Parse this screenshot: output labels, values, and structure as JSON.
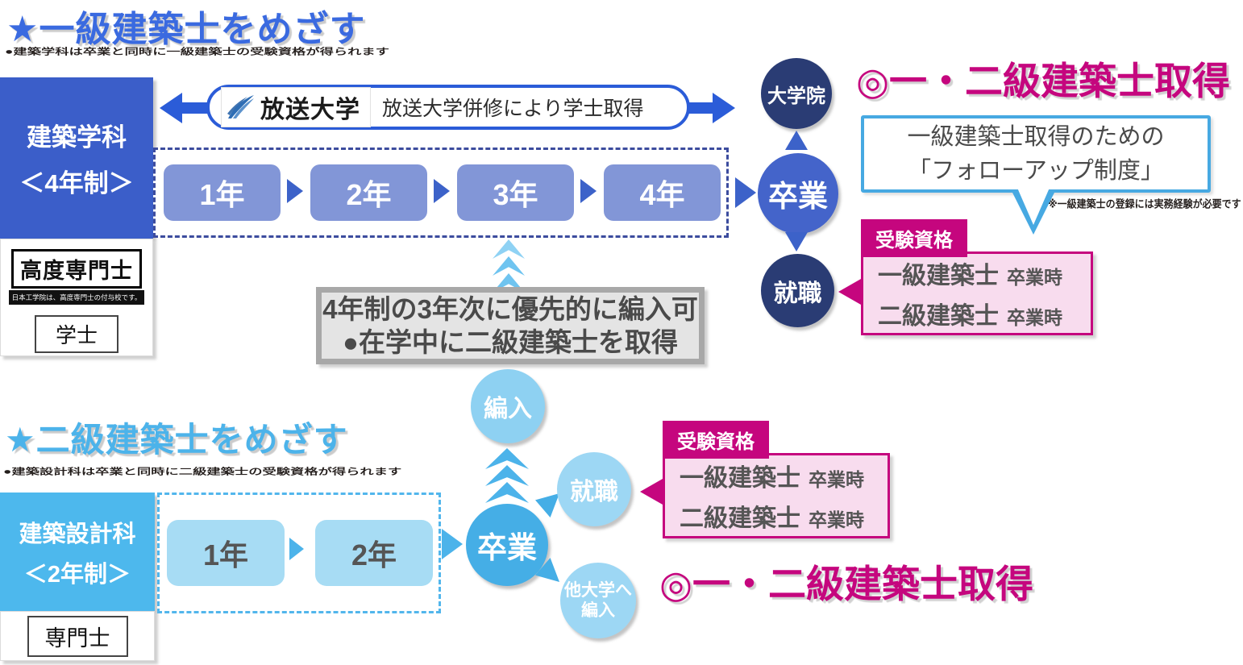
{
  "colors": {
    "first_accent": "#3a6ae0",
    "dept1_bg": "#3b5ec9",
    "year1_bg": "#8296d7",
    "navy_circle": "#2a3c74",
    "grad_circle": "#4464ca",
    "second_accent": "#4cb3ea",
    "second_circle": "#45aee6",
    "sky_circle": "#9dd7f4",
    "magenta": "#c5067e",
    "pink_bg": "#f8dcee",
    "bubble_border": "#47a9e2",
    "gray_box": "#e4e4e4"
  },
  "sections": {
    "first": {
      "title": "★一級建築士をめざす",
      "subtitle": "●建築学科は卒業と同時に一級建築士の受験資格が得られます",
      "dept": {
        "name": "建築学科",
        "term": "＜4年制＞"
      },
      "credentials": {
        "kodo_senmonshi": "高度専門士",
        "kodo_note": "日本工学院は、高度専門士の付与校です。",
        "gakushi": "学士"
      },
      "hoso": {
        "logo": "放送大学",
        "label": "放送大学併修により学士取得"
      },
      "years": [
        "1年",
        "2年",
        "3年",
        "4年"
      ],
      "flow": {
        "grad_school": "大学院",
        "graduation": "卒業",
        "employment": "就職"
      },
      "result": "◎一・二級建築士取得",
      "bubble": {
        "line1": "一級建築士取得のための",
        "line2": "「フォローアップ制度」"
      },
      "note": "※一級建築士の登録には実務経験が必要です",
      "license": {
        "tab": "受験資格",
        "rows": [
          {
            "name": "一級建築士",
            "when": "卒業時"
          },
          {
            "name": "二級建築士",
            "when": "卒業時"
          }
        ]
      }
    },
    "transfer_note": {
      "line1": "4年制の3年次に優先的に編入可",
      "line2": "●在学中に二級建築士を取得"
    },
    "second": {
      "title": "★二級建築士をめざす",
      "subtitle": "●建築設計科は卒業と同時に二級建築士の受験資格が得られます",
      "dept": {
        "name": "建築設計科",
        "term": "＜2年制＞"
      },
      "credentials": {
        "senmonshi": "専門士"
      },
      "years": [
        "1年",
        "2年"
      ],
      "flow": {
        "transfer": "編入",
        "graduation": "卒業",
        "employment": "就職",
        "other_univ_line1": "他大学へ",
        "other_univ_line2": "編入"
      },
      "result": "◎一・二級建築士取得",
      "license": {
        "tab": "受験資格",
        "rows": [
          {
            "name": "一級建築士",
            "when": "卒業時"
          },
          {
            "name": "二級建築士",
            "when": "卒業時"
          }
        ]
      }
    }
  }
}
